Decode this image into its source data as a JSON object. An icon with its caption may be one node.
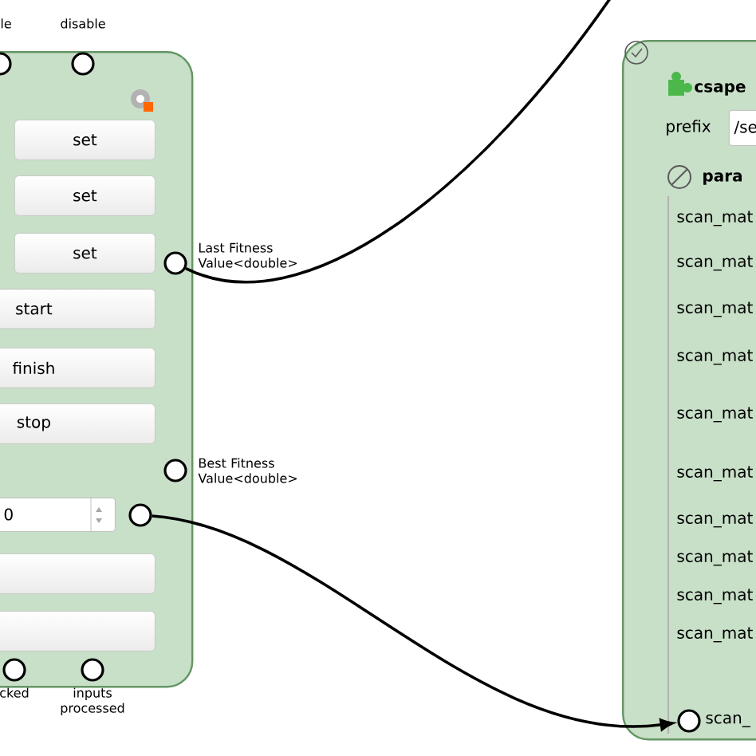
{
  "diagram": {
    "nodes": [
      {
        "text": [],
        "shape": "box"
      },
      {
        "text": [],
        "shape": "circle",
        "in": 0,
        "beside": [
          "le"
        ]
      },
      {
        "text": [],
        "shape": "circle",
        "in": 0,
        "beside": [
          "disable"
        ]
      },
      {
        "text": [
          "set"
        ],
        "in": 0
      },
      {
        "text": [
          "set"
        ],
        "in": 0
      },
      {
        "text": [
          "set"
        ],
        "in": 0
      },
      {
        "text": [
          "start"
        ],
        "in": 0
      },
      {
        "text": [
          "finish"
        ],
        "in": 0
      },
      {
        "text": [
          "stop"
        ],
        "in": 0
      },
      {
        "text": [],
        "shape": "circle",
        "in": 0,
        "beside": [
          "Last Fitness Value<double>"
        ]
      },
      {
        "text": [],
        "shape": "circle",
        "in": 0,
        "beside": [
          "Best Fitness Value<double>"
        ]
      },
      {
        "text": [
          "0"
        ],
        "in": 0
      },
      {
        "text": [],
        "shape": "circle",
        "in": 0
      },
      {
        "text": [],
        "shape": "box",
        "in": 0
      },
      {
        "text": [],
        "shape": "box",
        "in": 0
      },
      {
        "text": [],
        "shape": "circle",
        "in": 0,
        "beside": [
          "cked"
        ]
      },
      {
        "text": [],
        "shape": "circle",
        "in": 0,
        "beside": [
          "inputs processed"
        ]
      },
      {
        "text": [
          "csape",
          "prefix"
        ]
      },
      {
        "text": [
          "/se"
        ],
        "in": 17
      },
      {
        "text": [],
        "shape": "circle",
        "in": 17,
        "beside": [
          "scan_"
        ]
      }
    ],
    "edges": [
      {
        "from": 9,
        "to": null,
        "arrow": "none"
      },
      {
        "from": 12,
        "to": 19,
        "arrow": "to"
      }
    ],
    "labels": [
      "para",
      "scan_mat",
      "scan_mat",
      "scan_mat",
      "scan_mat",
      "scan_mat",
      "scan_mat",
      "scan_mat",
      "scan_mat",
      "scan_mat",
      "scan_mat"
    ]
  }
}
